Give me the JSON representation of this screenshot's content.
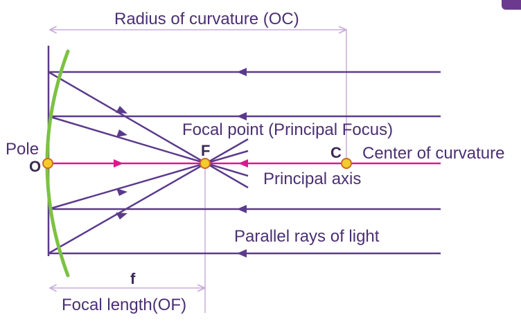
{
  "labels": {
    "radius": "Radius of curvature (OC)",
    "focal_point": "Focal point (Principal Focus)",
    "F": "F",
    "C": "C",
    "center": "Center of curvature",
    "pole": "Pole",
    "O": "O",
    "principal_axis": "Principal axis",
    "parallel_rays": "Parallel rays of light",
    "f": "f",
    "focal_length": "Focal length(OF)"
  },
  "colors": {
    "ray": "#5b3a8c",
    "axis": "#d81b8c",
    "mirror": "#7cc242",
    "guide": "#c9aedb",
    "point_fill": "#f2cc2a",
    "point_stroke": "#c96a2a",
    "corner_badge": "#6b3a8e"
  }
}
